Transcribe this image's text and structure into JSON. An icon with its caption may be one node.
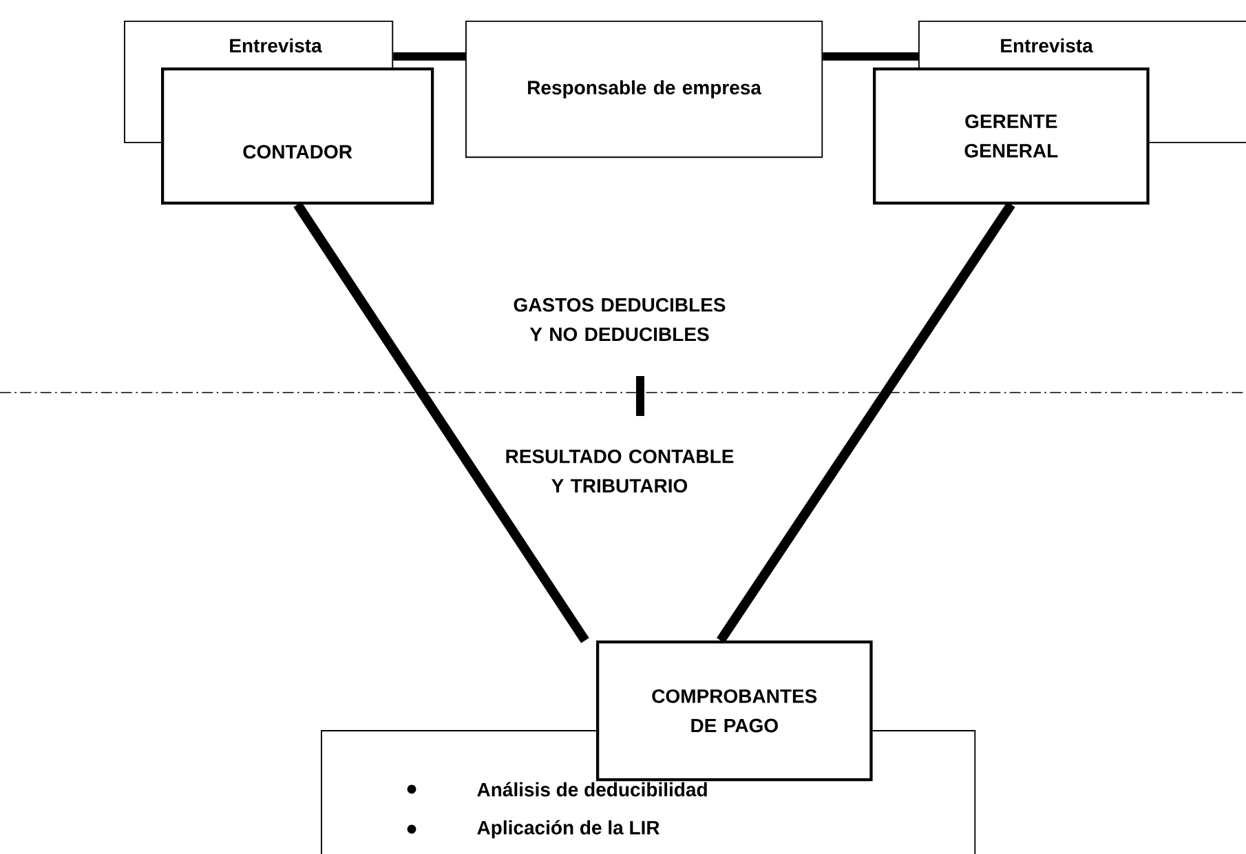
{
  "diagram": {
    "nodes": [
      {
        "text": [
          "Entrevista"
        ]
      },
      {
        "text": [
          "CONTADOR"
        ]
      },
      {
        "text": [
          "Responsable de empresa"
        ]
      },
      {
        "text": [
          "Entrevista"
        ]
      },
      {
        "text": [
          "GERENTE GENERAL"
        ]
      },
      {
        "text": [
          "COMPROBANTES DE PAGO"
        ]
      },
      {
        "text": [
          "Análisis de deducibilidad",
          "Aplicación de la LIR"
        ]
      }
    ],
    "edges": [
      {
        "from": 0,
        "to": 2,
        "arrow": "none"
      },
      {
        "from": 2,
        "to": 3,
        "arrow": "none"
      },
      {
        "from": 1,
        "to": 5,
        "arrow": "none"
      },
      {
        "from": 4,
        "to": 5,
        "arrow": "none"
      }
    ],
    "labels": [
      "GASTOS DEDUCIBLES Y NO DEDUCIBLES",
      "RESULTADO CONTABLE Y TRIBUTARIO"
    ]
  }
}
